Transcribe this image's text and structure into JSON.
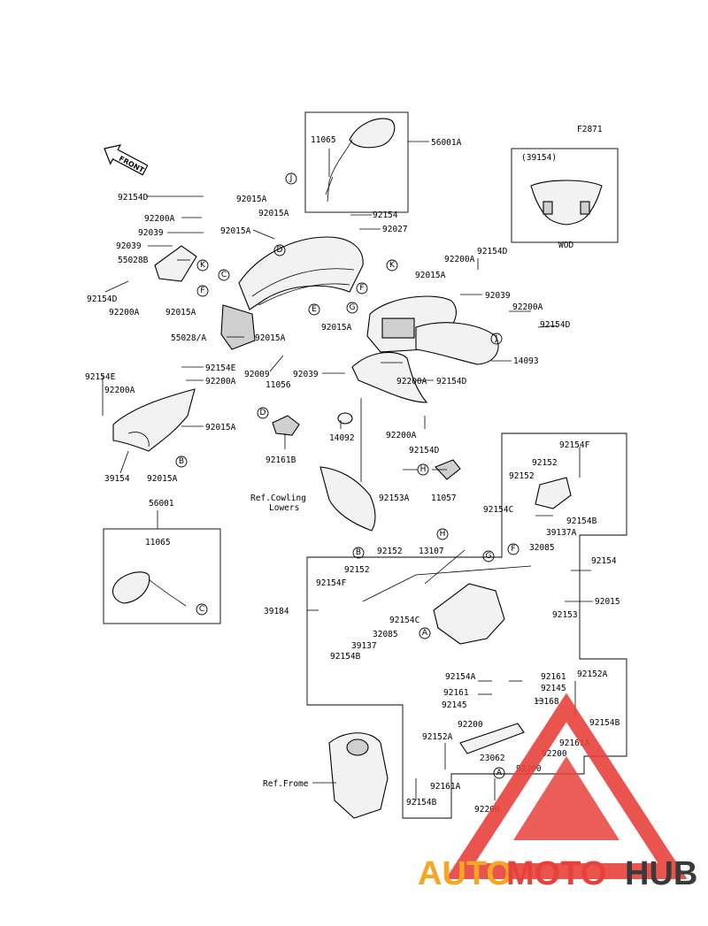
{
  "figure_code": "F2871",
  "front_label": "FRONT",
  "ref_labels": {
    "cowling_lowers_1": "Ref.Cowling",
    "cowling_lowers_2": "Lowers",
    "frame": "Ref.Frome"
  },
  "inset_variant": {
    "header": "(39154)",
    "footer": "WOD"
  },
  "mirror_inset_header": "56001",
  "circle_letters": [
    "A",
    "B",
    "C",
    "D",
    "E",
    "F",
    "G",
    "H",
    "J",
    "K"
  ],
  "part_labels": {
    "p1": "11065",
    "p2": "56001A",
    "p3": "92154D",
    "p4": "92200A",
    "p5": "92039",
    "p6": "92039",
    "p7": "55028B",
    "p8": "92154D",
    "p9": "92200A",
    "p10": "92015A",
    "p11": "92015A",
    "p12": "92015A",
    "p13": "92015A",
    "p14": "92154",
    "p15": "92027",
    "p16": "92154D",
    "p17": "92200A",
    "p18": "92015A",
    "p19": "92039",
    "p20": "92200A",
    "p21": "92154D",
    "p22": "55028/A",
    "p23": "92015A",
    "p24": "92015A",
    "p25": "14093",
    "p26": "92009",
    "p27": "11056",
    "p28": "92039",
    "p29": "92200A",
    "p30": "92154D",
    "p31": "92154E",
    "p32": "92200A",
    "p33": "92154E",
    "p34": "92200A",
    "p35": "92015A",
    "p36": "14092",
    "p37": "92200A",
    "p38": "92154D",
    "p39": "92161B",
    "p40": "39154",
    "p41": "92015A",
    "p42": "92153A",
    "p43": "11057",
    "p44": "92154F",
    "p45": "92152",
    "p46": "92152",
    "p47": "92154C",
    "p48": "92154B",
    "p49": "39137A",
    "p50": "32085",
    "p51": "11065",
    "p52": "13107",
    "p53": "92152",
    "p54": "92154",
    "p55": "92152",
    "p56": "92154F",
    "p57": "92015",
    "p58": "92153",
    "p59": "39184",
    "p60": "92154C",
    "p61": "32085",
    "p62": "39137",
    "p63": "92154B",
    "p64": "92154A",
    "p65": "92161",
    "p66": "92161",
    "p67": "92145",
    "p68": "92145",
    "p69": "13168",
    "p70": "92152A",
    "p71": "92200",
    "p72": "92154B",
    "p73": "92152A",
    "p74": "92161A",
    "p75": "23062",
    "p76": "92200",
    "p77": "92200",
    "p78": "92161A",
    "p79": "92154B",
    "p80": "92200"
  },
  "watermark": {
    "part1": "AUTO",
    "part2": "MOTO",
    "part3": "HUB"
  },
  "colors": {
    "line": "#000000",
    "watermark_orange": "#f5a623",
    "watermark_red": "#e8413c",
    "watermark_grey": "#3a3a3a"
  }
}
